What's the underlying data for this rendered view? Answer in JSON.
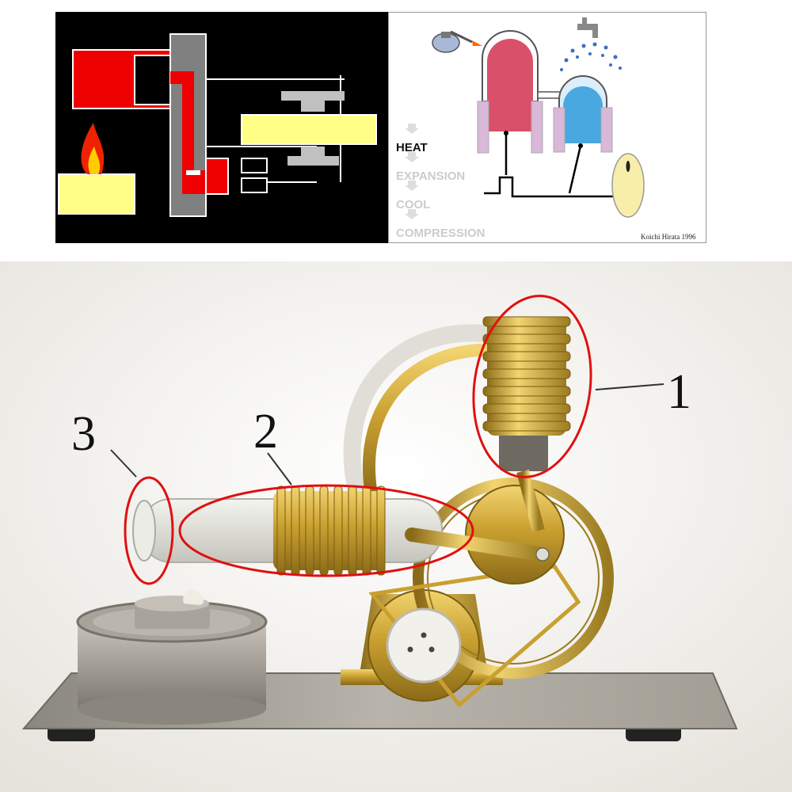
{
  "cycle_diagram": {
    "steps": [
      {
        "label": "HEAT",
        "active": true
      },
      {
        "label": "EXPANSION",
        "active": false
      },
      {
        "label": "COOL",
        "active": false
      },
      {
        "label": "COMPRESSION",
        "active": false
      }
    ],
    "credit": "Koichi Hirata 1996"
  },
  "photo": {
    "callouts": [
      {
        "number": "1"
      },
      {
        "number": "2"
      },
      {
        "number": "3"
      }
    ]
  },
  "colors": {
    "hot": "#ee0000",
    "flame_yellow": "#ffff88",
    "hot_cylinder": "#d9506a",
    "cold_cylinder": "#4aa8e0",
    "jacket": "#d9b8d9",
    "brass": "#c9a030",
    "callout_ring": "#e01010"
  }
}
